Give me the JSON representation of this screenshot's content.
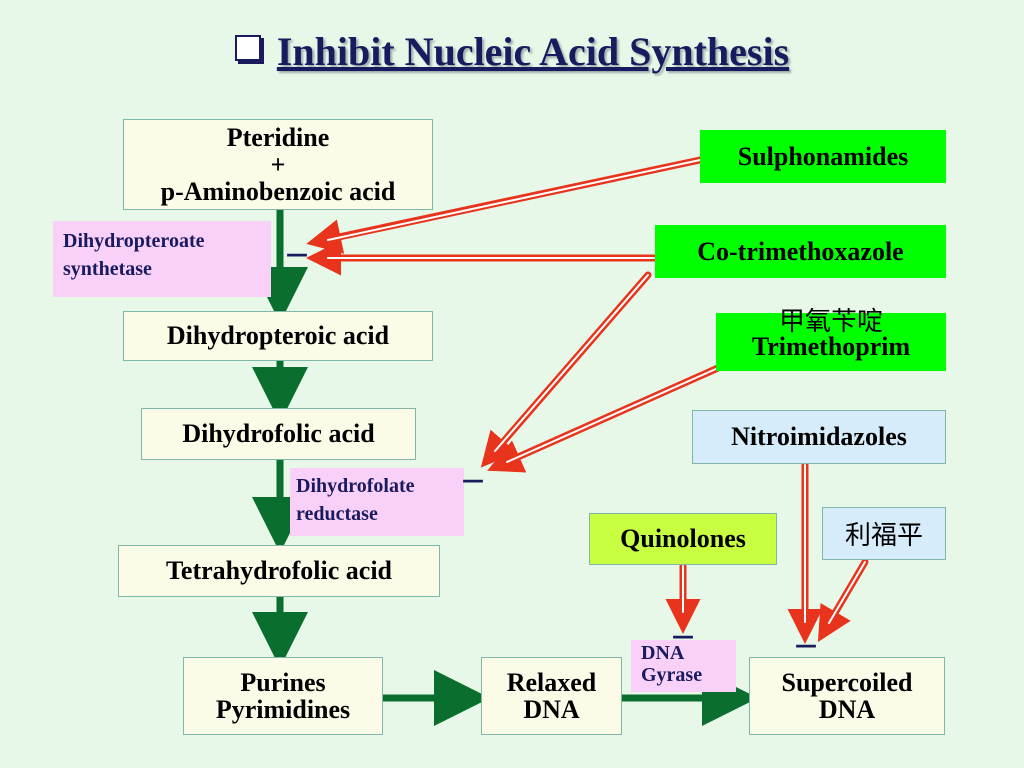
{
  "title": "Inhibit Nucleic Acid Synthesis",
  "nodes": {
    "pteridine_l1": "Pteridine",
    "pteridine_l2": "+",
    "pteridine_l3": "p-Aminobenzoic acid",
    "dihydropteroic": "Dihydropteroic acid",
    "dihydrofolic": "Dihydrofolic acid",
    "tetrahydrofolic": "Tetrahydrofolic acid",
    "purines_l1": "Purines",
    "purines_l2": "Pyrimidines",
    "relaxed_l1": "Relaxed",
    "relaxed_l2": "DNA",
    "supercoiled_l1": "Supercoiled",
    "supercoiled_l2": "DNA"
  },
  "enzymes": {
    "dhps_l1": "Dihydropteroate",
    "dhps_l2": "synthetase",
    "dhfr_l1": "Dihydrofolate",
    "dhfr_l2": "reductase",
    "gyrase_l1": "DNA",
    "gyrase_l2": "Gyrase"
  },
  "drugs": {
    "sulphonamides": "Sulphonamides",
    "cotrimoxazole": "Co-trimethoxazole",
    "trimethoprim_cn": "甲氧苄啶",
    "trimethoprim": "Trimethoprim",
    "nitroimidazoles": "Nitroimidazoles",
    "quinolones": "Quinolones",
    "rifampin_cn": "利福平"
  },
  "inhibit_symbol": "－",
  "colors": {
    "flow_arrow": "#0a6e2e",
    "inhibit_arrow": "#e8341c",
    "drug_green": "#00ff00",
    "quinolone_lime": "#c8ff40",
    "enzyme_pink": "#f8d0f8",
    "nitro_blue": "#d6ecfa",
    "title": "#1a1a5e"
  }
}
